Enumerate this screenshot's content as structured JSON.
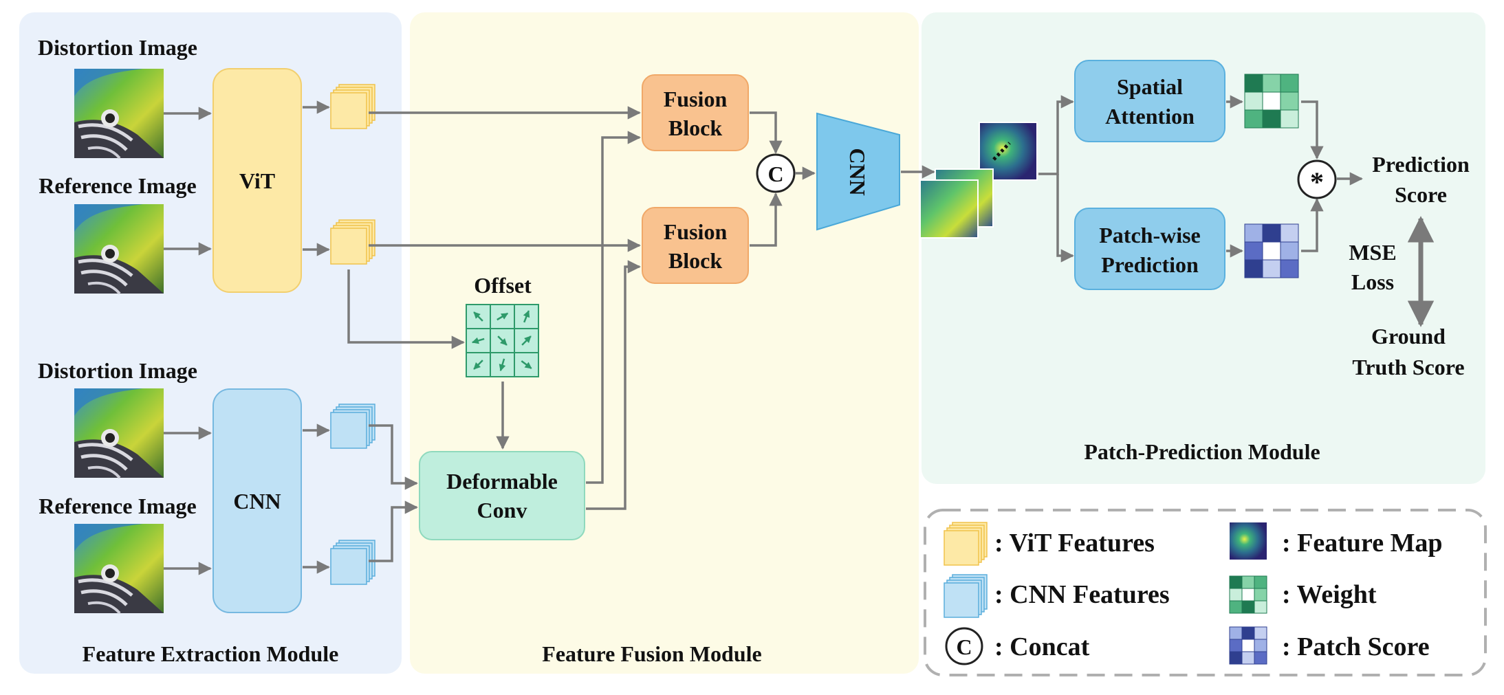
{
  "modules": {
    "extraction": "Feature Extraction Module",
    "fusion": "Feature Fusion Module",
    "prediction": "Patch-Prediction Module"
  },
  "inputs": {
    "vit_distortion": "Distortion Image",
    "vit_reference": "Reference Image",
    "cnn_distortion": "Distortion Image",
    "cnn_reference": "Reference Image"
  },
  "blocks": {
    "vit": "ViT",
    "cnn": "CNN",
    "fusion_1": [
      "Fusion",
      "Block"
    ],
    "fusion_2": [
      "Fusion",
      "Block"
    ],
    "deformable": [
      "Deformable",
      "Conv"
    ],
    "cnn_trapezoid": "CNN",
    "spatial_attention": [
      "Spatial",
      "Attention"
    ],
    "patch_wise": [
      "Patch-wise",
      "Prediction"
    ],
    "concat_symbol": "C",
    "multiply_symbol": "*"
  },
  "labels": {
    "offset": "Offset",
    "prediction_score": [
      "Prediction",
      "Score"
    ],
    "mse_loss": [
      "MSE",
      "Loss"
    ],
    "ground_truth": [
      "Ground",
      "Truth Score"
    ]
  },
  "legend": {
    "vit_features": ": ViT Features",
    "cnn_features": ": CNN Features",
    "concat": ": Concat",
    "feature_map": ": Feature Map",
    "weight": ": Weight",
    "patch_score": ": Patch Score"
  },
  "colors": {
    "extraction_bg": "#eaf1fb",
    "fusion_bg": "#fdfbe6",
    "prediction_bg": "#edf8f3",
    "vit_fill": "#fde9a6",
    "cnn_fill": "#bfe1f5",
    "fusion_fill": "#f9c28f",
    "deform_fill": "#bfeedd",
    "arrow": "#7a7a7a",
    "weight_dark": "#1f7a52",
    "patch_dark": "#2f3f8f"
  }
}
